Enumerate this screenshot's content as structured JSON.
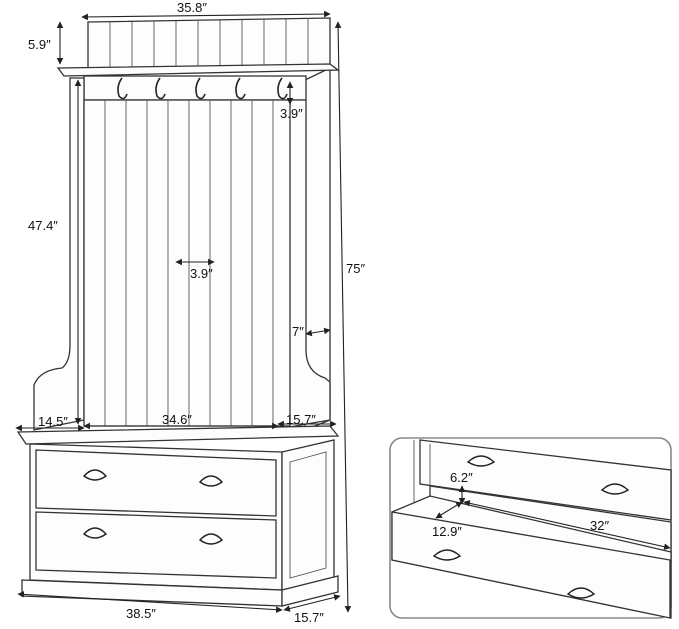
{
  "dimensions": {
    "top_width": "35.8″",
    "top_height": "5.9″",
    "hook_spacing": "3.9″",
    "panel_height": "47.4″",
    "board_width": "3.9″",
    "total_height": "75″",
    "side_depth": "7″",
    "left_seat": "14.5″",
    "panel_width": "34.6″",
    "right_seat": "15.7″",
    "base_width": "38.5″",
    "base_depth": "15.7″"
  },
  "inset": {
    "drawer_height": "6.2″",
    "drawer_depth": "12.9″",
    "drawer_width": "32″"
  }
}
